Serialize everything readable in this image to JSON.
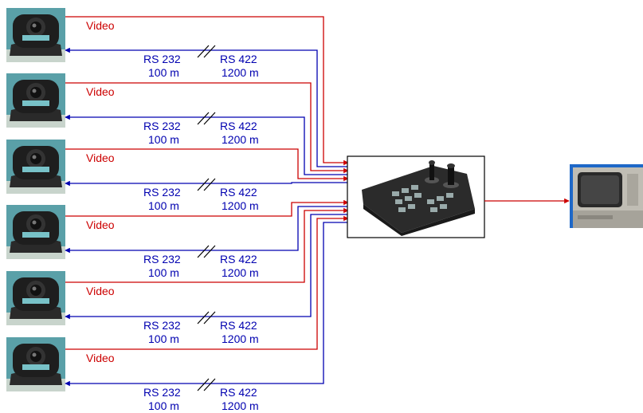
{
  "diagram": {
    "video_label": "Video",
    "rs232_label": "RS 232",
    "rs232_distance": "100 m",
    "rs422_label": "RS 422",
    "rs422_distance": "1200 m",
    "camera_count": 6,
    "colors": {
      "video_line": "#cc0000",
      "control_line": "#0000b0",
      "device_border": "#000000"
    },
    "icons": [
      "ptz-camera-icon",
      "joystick-controller-icon",
      "video-monitor-icon"
    ]
  }
}
